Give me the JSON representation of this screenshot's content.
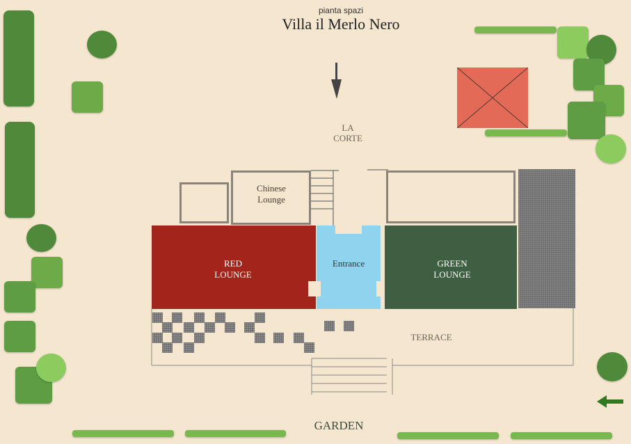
{
  "header": {
    "subtitle": "pianta spazi",
    "title": "Villa il Merlo Nero"
  },
  "areas": {
    "courtyard": "LA\nCORTE",
    "chinese_lounge": "Chinese\nLounge",
    "red_lounge": "RED\nLOUNGE",
    "entrance": "Entrance",
    "green_lounge": "GREEN\nLOUNGE",
    "terrace": "TERRACE",
    "garden": "GARDEN"
  },
  "colors": {
    "background": "#f4e6cf",
    "red_lounge": "#a3241a",
    "entrance": "#8fd3ee",
    "green_lounge": "#3f5f43",
    "gravel": "#6f6f6f",
    "pool": "#e36a57"
  },
  "icons": {
    "north": "arrow-down-icon",
    "back": "arrow-left-icon"
  }
}
